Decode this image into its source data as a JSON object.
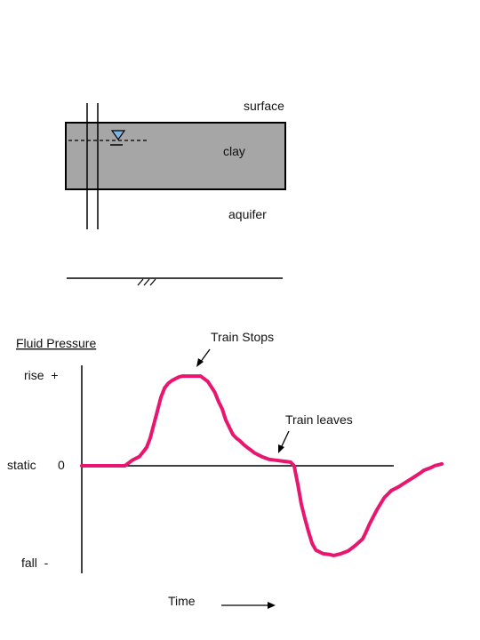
{
  "diagram": {
    "labels": {
      "surface": "surface",
      "clay": "clay",
      "aquifer": "aquifer"
    },
    "colors": {
      "clay_fill": "#a6a6a6",
      "water_table_marker": "#7fb3e0"
    }
  },
  "chart_data": {
    "type": "line",
    "title": "Fluid Pressure",
    "xlabel": "Time",
    "ylabel": "",
    "y_tick_labels": {
      "rise": "rise  +",
      "static": "static",
      "zero": "0",
      "fall": "fall  -"
    },
    "annotations": [
      {
        "text": "Train Stops"
      },
      {
        "text": "Train leaves"
      }
    ],
    "xlim": [
      0,
      100
    ],
    "ylim": [
      -1,
      1
    ],
    "series": [
      {
        "color": "#e8166e",
        "x": [
          0,
          12,
          13,
          14,
          16,
          17,
          18,
          19,
          20,
          21,
          22,
          23,
          24,
          25,
          26,
          27,
          28,
          29,
          31,
          33,
          35,
          37,
          38,
          39,
          40,
          41,
          42,
          43,
          44,
          45,
          46,
          47,
          48,
          50,
          52,
          54,
          56,
          58,
          59,
          60,
          61,
          62,
          63,
          64,
          65,
          67,
          69,
          70,
          72,
          74,
          76,
          78,
          79,
          80,
          82,
          84,
          86,
          88,
          90,
          92,
          94,
          95,
          97,
          98,
          100
        ],
        "y": [
          0.0,
          0.0,
          0.03,
          0.06,
          0.1,
          0.15,
          0.2,
          0.3,
          0.45,
          0.6,
          0.75,
          0.85,
          0.9,
          0.93,
          0.95,
          0.97,
          0.98,
          0.98,
          0.98,
          0.98,
          0.92,
          0.8,
          0.7,
          0.62,
          0.5,
          0.42,
          0.34,
          0.3,
          0.27,
          0.23,
          0.2,
          0.17,
          0.14,
          0.1,
          0.07,
          0.06,
          0.05,
          0.04,
          0.0,
          -0.2,
          -0.42,
          -0.58,
          -0.72,
          -0.85,
          -0.92,
          -0.96,
          -0.97,
          -0.98,
          -0.96,
          -0.93,
          -0.87,
          -0.8,
          -0.72,
          -0.63,
          -0.48,
          -0.35,
          -0.27,
          -0.23,
          -0.18,
          -0.13,
          -0.08,
          -0.05,
          -0.02,
          0.0,
          0.02
        ]
      }
    ]
  }
}
